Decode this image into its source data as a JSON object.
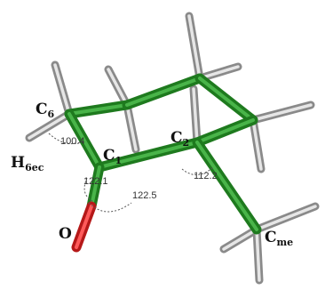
{
  "figure": {
    "atoms": {
      "C6": {
        "element": "C",
        "sub": "6"
      },
      "C1": {
        "element": "C",
        "sub": "1"
      },
      "C2": {
        "element": "C",
        "sub": "2"
      },
      "H6ec": {
        "element": "H",
        "sub": "6ec"
      },
      "Cme": {
        "element": "C",
        "sub": "me"
      },
      "O": {
        "element": "O",
        "sub": ""
      }
    },
    "angles": {
      "h6ec_c6_c1": "100.4",
      "c6_c1_c2": "122.1",
      "c6_c1_o": "122.5",
      "c1_c2_cme": "112.2"
    },
    "colors": {
      "carbon": "#1e7a1e",
      "hydrogen": "#e6e6e6",
      "oxygen": "#d62222"
    }
  }
}
